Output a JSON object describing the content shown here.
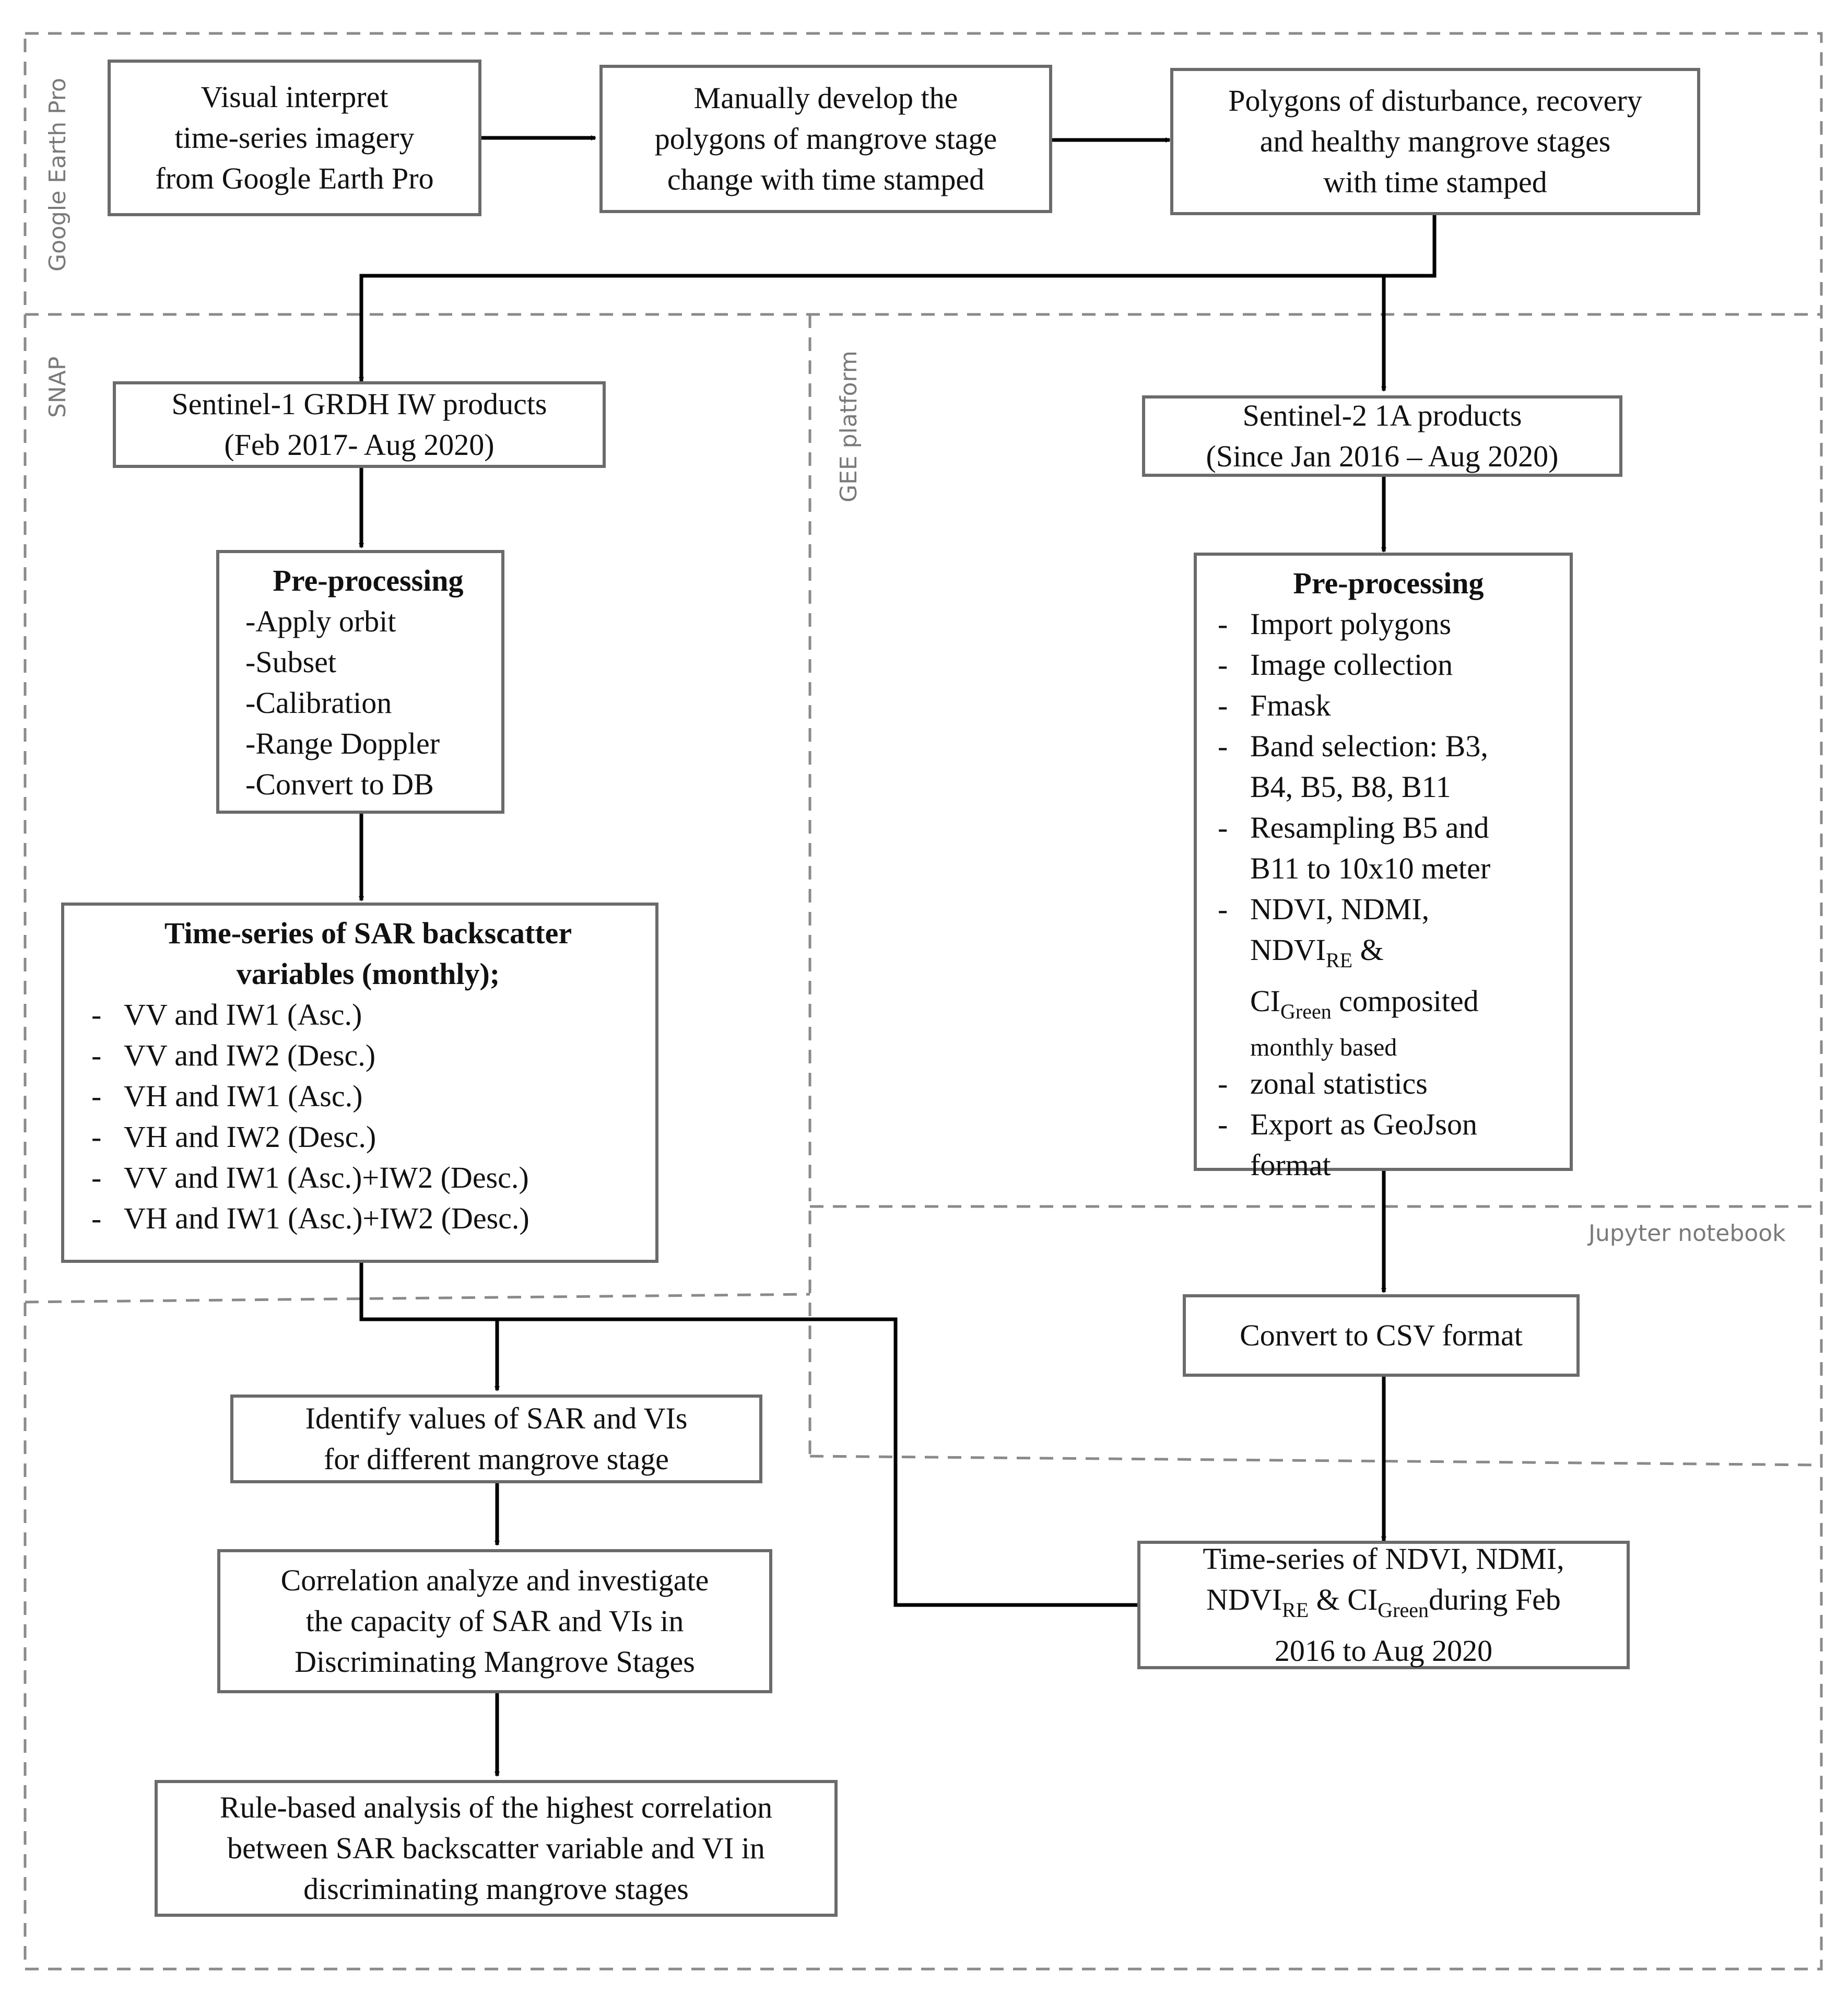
{
  "zones": {
    "google_earth": "Google Earth Pro",
    "snap": "SNAP",
    "gee": "GEE platform",
    "jupyter": "Jupyter notebook"
  },
  "boxes": {
    "visual_interpret": [
      "Visual interpret",
      "time-series imagery",
      "from Google Earth Pro"
    ],
    "manually_develop": [
      "Manually develop the",
      "polygons of mangrove stage",
      "change with time stamped"
    ],
    "polygons": [
      "Polygons of disturbance, recovery",
      "and healthy mangrove stages",
      "with time stamped"
    ],
    "sentinel1": [
      "Sentinel-1  GRDH IW products",
      "(Feb 2017- Aug 2020)"
    ],
    "sentinel2": [
      "Sentinel-2  1A products",
      "(Since Jan 2016 – Aug 2020)"
    ],
    "sar_pre": {
      "title": "Pre-processing",
      "items": [
        "-Apply orbit",
        "-Subset",
        "-Calibration",
        "-Range Doppler",
        "-Convert  to DB"
      ]
    },
    "s2_pre": {
      "title": "Pre-processing",
      "items": [
        {
          "dash": "-",
          "text": "Import polygons"
        },
        {
          "dash": "-",
          "text": "Image collection"
        },
        {
          "dash": "-",
          "text": "Fmask"
        },
        {
          "dash": "-",
          "text": "Band selection:  B3,"
        },
        {
          "dash": "",
          "text": "B4, B5, B8, B11"
        },
        {
          "dash": "-",
          "text": "Resampling  B5 and"
        },
        {
          "dash": "",
          "text": "B11 to 10x10 meter"
        },
        {
          "dash": "-",
          "text": "NDVI, NDMI,"
        }
      ],
      "ndvi_re_main": "NDVI",
      "ndvi_re_sub": "RE",
      "amp": " &",
      "ci_main": "CI",
      "ci_sub": "Green",
      "ci_rest": " composited",
      "monthly": "monthly based",
      "tail": [
        {
          "dash": "-",
          "text": "zonal statistics"
        },
        {
          "dash": "-",
          "text": "Export as GeoJson"
        },
        {
          "dash": "",
          "text": "format"
        }
      ]
    },
    "sar_ts": {
      "title1": "Time-series of SAR backscatter",
      "title2": "variables (monthly);",
      "items": [
        "VV and IW1 (Asc.)",
        "VV and IW2 (Desc.)",
        "VH and IW1 (Asc.)",
        "VH and IW2 (Desc.)",
        "VV and IW1 (Asc.)+IW2 (Desc.)",
        "VH and IW1 (Asc.)+IW2 (Desc.)"
      ],
      "dash": "-"
    },
    "csv": "Convert to CSV format",
    "identify": [
      "Identify  values of SAR and VIs",
      "for different  mangrove stage"
    ],
    "correlation": [
      "Correlation analyze and investigate",
      "the capacity of SAR and VIs in",
      "Discriminating  Mangrove Stages"
    ],
    "vi_ts": {
      "line1": "Time-series of NDVI, NDMI,",
      "ndvi": "NDVI",
      "re": "RE",
      "amp_ci": " & CI",
      "green": "Green",
      "rest": "during Feb",
      "line3": "2016 to Aug 2020"
    },
    "rule": [
      "Rule-based analysis of the highest correlation",
      "between SAR backscatter variable and VI in",
      "discriminating mangrove stages"
    ]
  }
}
